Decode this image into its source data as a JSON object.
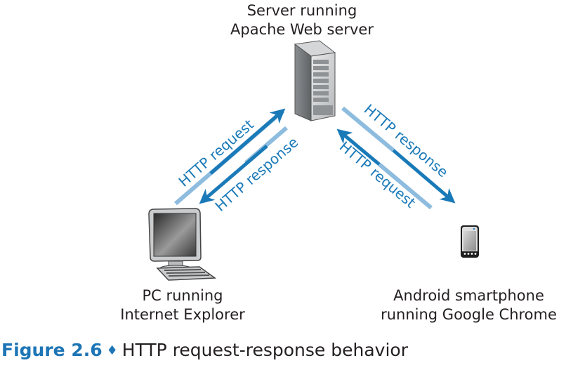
{
  "nodes": {
    "server": {
      "line1": "Server running",
      "line2": "Apache Web server",
      "icon": "server-tower-icon"
    },
    "pc": {
      "line1": "PC running",
      "line2": "Internet Explorer",
      "icon": "desktop-computer-icon"
    },
    "phone": {
      "line1": "Android smartphone",
      "line2": "running Google Chrome",
      "icon": "smartphone-icon"
    }
  },
  "arrows": {
    "pc_request": "HTTP request",
    "pc_response": "HTTP response",
    "phone_response": "HTTP response",
    "phone_request": "HTTP request"
  },
  "colors": {
    "arrow_dark": "#1a7ab8",
    "arrow_light": "#8dbcdf",
    "caption_accent": "#1d75b5",
    "text": "#231f20"
  },
  "caption": {
    "figure_label": "Figure 2.6",
    "separator": "♦",
    "text": "HTTP request-response behavior"
  }
}
